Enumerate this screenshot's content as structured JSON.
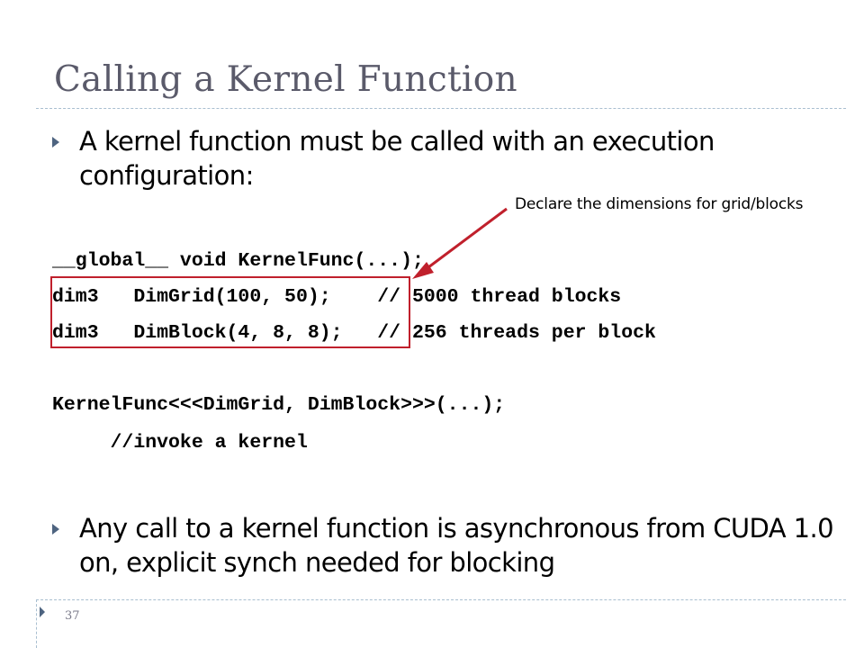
{
  "slide": {
    "title": "Calling a Kernel Function",
    "bullets": [
      {
        "text": "A kernel function must be called with an execution configuration:"
      },
      {
        "text": "Any call to a kernel function is asynchronous from CUDA 1.0 on, explicit synch needed for blocking"
      }
    ],
    "annotation": "Declare the dimensions for grid/blocks",
    "code_lines": [
      "__global__ void KernelFunc(...);",
      "dim3   DimGrid(100, 50);    // 5000 thread blocks",
      "dim3   DimBlock(4, 8, 8);   // 256 threads per block",
      "KernelFunc<<<DimGrid, DimBlock>>>(...);",
      "     //invoke a kernel"
    ],
    "page_number": "37",
    "colors": {
      "title": "#5a5a6a",
      "bullet_marker": "#4e6480",
      "highlight_box": "#c0202c",
      "arrow": "#c0202c",
      "rule": "#a9bfd0"
    }
  }
}
